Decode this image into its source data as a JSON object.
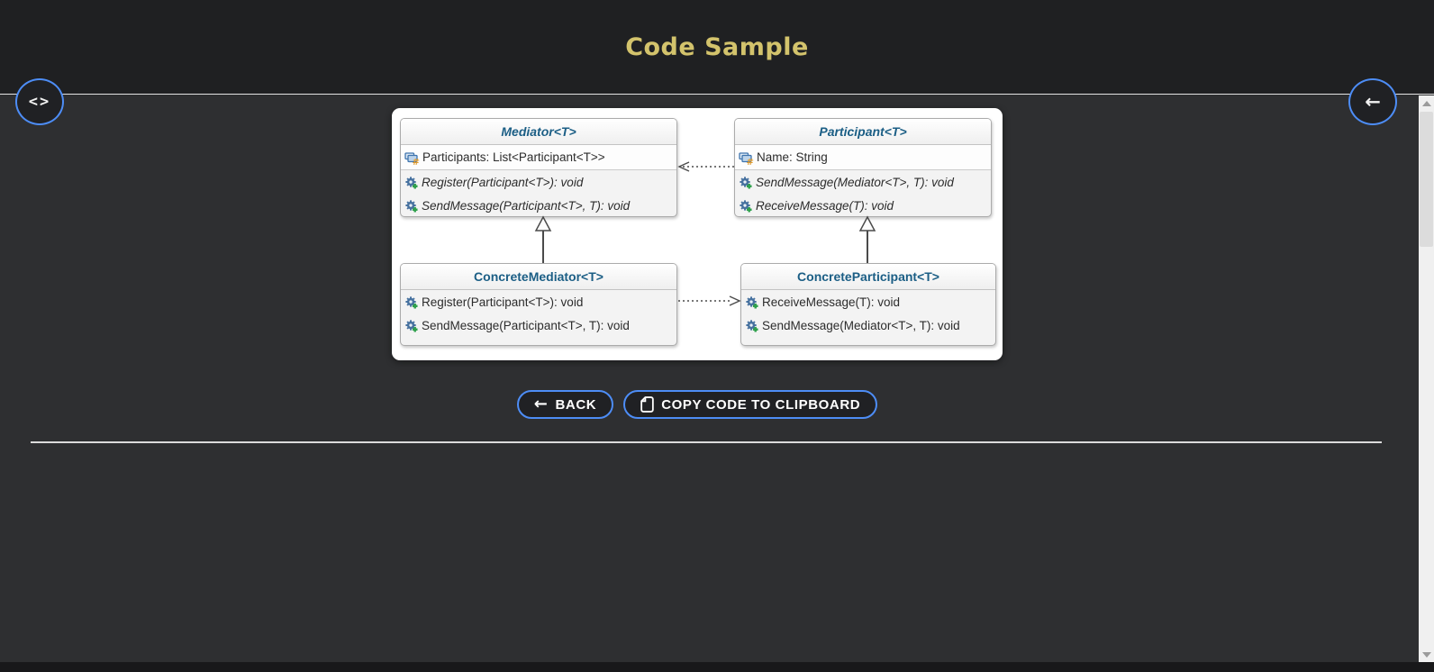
{
  "header": {
    "title": "Code Sample"
  },
  "icons": {
    "code_glyph": "<>",
    "back_arrow": "←",
    "copy_icon": "document-icon",
    "field_icon": "field-icon",
    "method_icon": "method-add-icon",
    "scroll_up": "triangle-up",
    "scroll_down": "triangle-down"
  },
  "actions": {
    "back_label": "BACK",
    "copy_label": "COPY CODE TO CLIPBOARD"
  },
  "diagram": {
    "pattern": "Mediator",
    "classes": [
      {
        "name": "Mediator<T>",
        "abstract": true,
        "fields": [
          "Participants: List<Participant<T>>"
        ],
        "methods": [
          "Register(Participant<T>): void",
          "SendMessage(Participant<T>, T): void"
        ]
      },
      {
        "name": "Participant<T>",
        "abstract": true,
        "fields": [
          "Name: String"
        ],
        "methods": [
          "SendMessage(Mediator<T>, T): void",
          "ReceiveMessage(T): void"
        ]
      },
      {
        "name": "ConcreteMediator<T>",
        "abstract": false,
        "fields": [],
        "methods": [
          "Register(Participant<T>): void",
          "SendMessage(Participant<T>, T): void"
        ]
      },
      {
        "name": "ConcreteParticipant<T>",
        "abstract": false,
        "fields": [],
        "methods": [
          "ReceiveMessage(T): void",
          "SendMessage(Mediator<T>, T): void"
        ]
      }
    ],
    "relations": [
      {
        "type": "inheritance",
        "from": "ConcreteMediator<T>",
        "to": "Mediator<T>"
      },
      {
        "type": "inheritance",
        "from": "ConcreteParticipant<T>",
        "to": "Participant<T>"
      },
      {
        "type": "dependency",
        "from": "Participant<T>",
        "to": "Mediator<T>"
      },
      {
        "type": "dependency",
        "from": "ConcreteMediator<T>",
        "to": "ConcreteParticipant<T>"
      }
    ]
  },
  "colors": {
    "accent_blue": "#4d8df6",
    "title_gold": "#d3c36c",
    "class_header_blue": "#1b5e85",
    "header_bg": "#1f2022",
    "content_bg": "#2e2f31",
    "panel_bg": "#ffffff"
  }
}
